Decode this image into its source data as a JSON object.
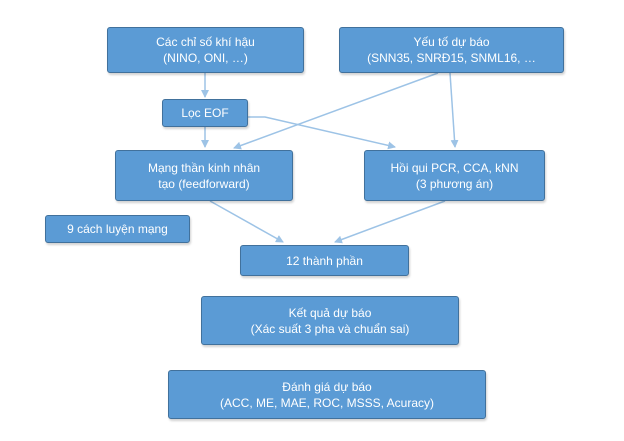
{
  "nodes": {
    "climate_indices": {
      "line1": "Các chỉ số khí hậu",
      "line2": "(NINO, ONI, …)"
    },
    "predictors": {
      "line1": "Yếu tố dự báo",
      "line2": "(SNN35, SNRĐ15, SNML16, …"
    },
    "eof_filter": {
      "line1": "Lọc EOF"
    },
    "neural_network": {
      "line1": "Mạng thần kinh nhân",
      "line2": "tạo (feedforward)"
    },
    "regression": {
      "line1": "Hồi qui PCR, CCA, kNN",
      "line2": "(3 phương án)"
    },
    "training_methods": {
      "line1": "9 cách luyện mạng"
    },
    "components": {
      "line1": "12 thành phần"
    },
    "forecast_result": {
      "line1": "Kết quả dự báo",
      "line2": "(Xác suất 3 pha và chuẩn sai)"
    },
    "forecast_evaluation": {
      "line1": "Đánh giá dự báo",
      "line2": "(ACC, ME, MAE, ROC, MSSS, Acuracy)"
    }
  },
  "colors": {
    "box_fill": "#5b9bd5",
    "box_border": "#41719c",
    "text": "#ffffff",
    "arrow": "#9dc3e6"
  }
}
